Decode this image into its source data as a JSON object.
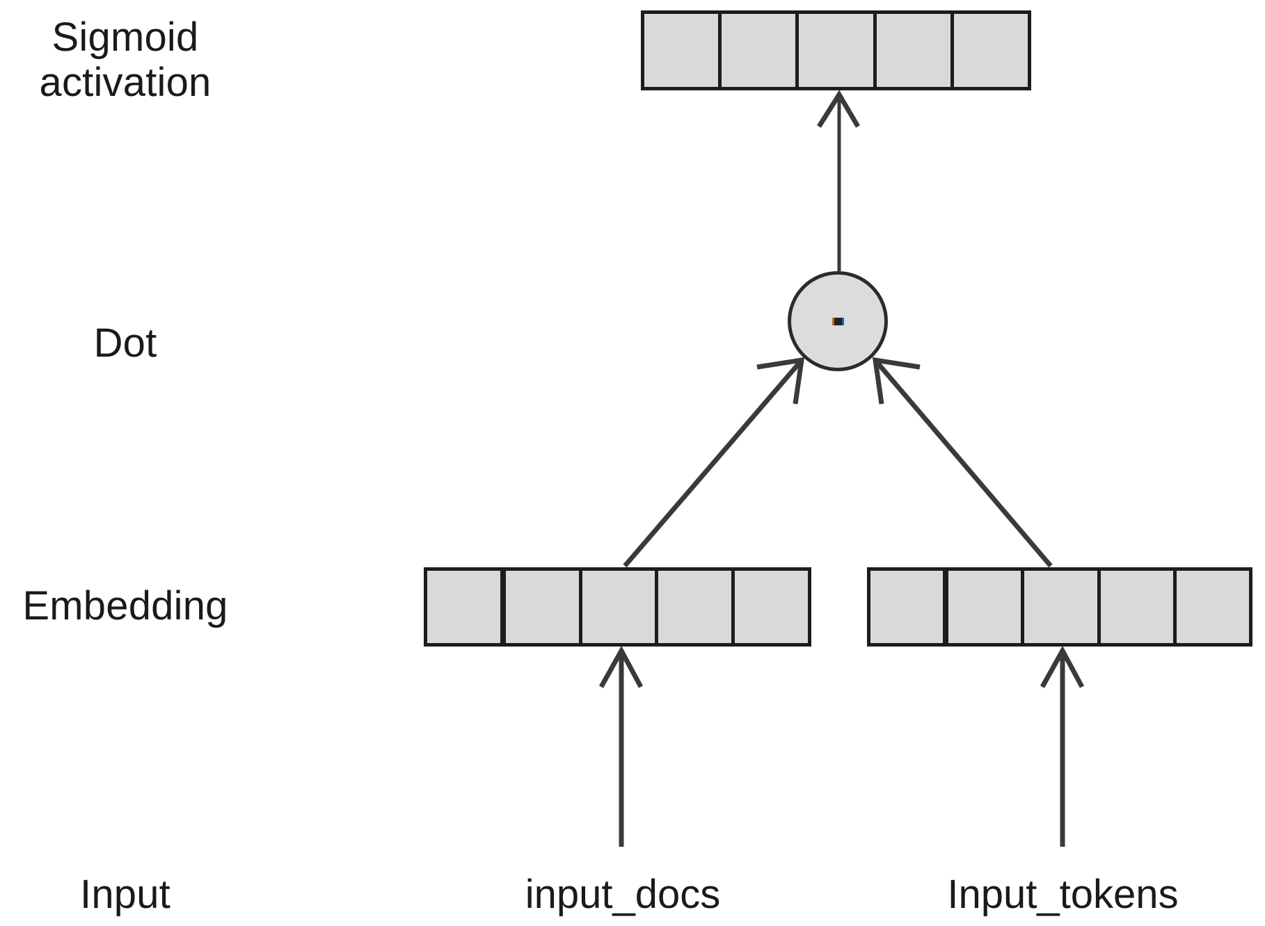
{
  "diagram": {
    "title": "Sigmoid activation / Dot / Embedding / Input network diagram",
    "colors": {
      "cell_fill": "#d9d9d9",
      "node_fill": "#dcdcdc",
      "stroke": "#1c1c1c",
      "arrow": "#3a3a3a",
      "text": "#1a1a1a",
      "background": "#ffffff"
    },
    "stage_labels": [
      {
        "id": "sigmoid-activation",
        "text": "Sigmoid\nactivation"
      },
      {
        "id": "dot",
        "text": "Dot"
      },
      {
        "id": "embedding",
        "text": "Embedding"
      },
      {
        "id": "input",
        "text": "Input"
      }
    ],
    "layers": {
      "output": {
        "name": "sigmoid-activation-vector",
        "cell_count": 5,
        "cells": [
          "",
          "",
          "",
          "",
          ""
        ]
      },
      "dot_node": {
        "name": "dot-product-node",
        "glyph": "dot-icon",
        "shape": "circle"
      },
      "embedding_docs": {
        "name": "embedding-vector-docs",
        "cell_count": 5,
        "cells": [
          "",
          "",
          "",
          "",
          ""
        ],
        "thick_separator_after_cell": 1
      },
      "embedding_tokens": {
        "name": "embedding-vector-tokens",
        "cell_count": 5,
        "cells": [
          "",
          "",
          "",
          "",
          ""
        ],
        "thick_separator_after_cell": 1
      }
    },
    "inputs": [
      {
        "id": "input-docs",
        "label": "input_docs"
      },
      {
        "id": "input-tokens",
        "label": "Input_tokens"
      }
    ],
    "edges": [
      {
        "id": "dot-to-sigmoid",
        "from": "dot-node",
        "to": "output-vector",
        "direction": "up"
      },
      {
        "id": "embed-docs-to-dot",
        "from": "embedding-docs",
        "to": "dot-node",
        "direction": "up-right"
      },
      {
        "id": "embed-tokens-to-dot",
        "from": "embedding-tokens",
        "to": "dot-node",
        "direction": "up-left"
      },
      {
        "id": "input-docs-to-embed",
        "from": "input-docs",
        "to": "embedding-docs",
        "direction": "up"
      },
      {
        "id": "input-tokens-to-embed",
        "from": "input-tokens",
        "to": "embedding-tokens",
        "direction": "up"
      }
    ]
  }
}
